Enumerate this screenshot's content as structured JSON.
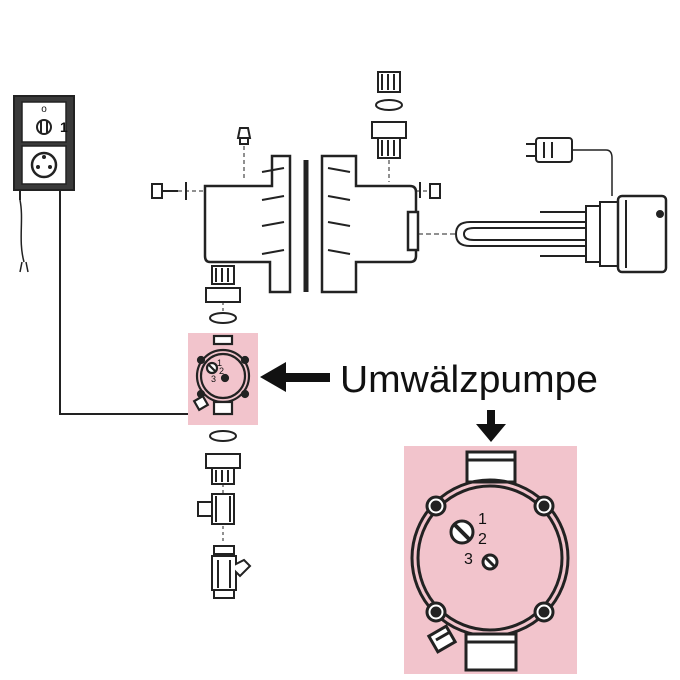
{
  "diagram": {
    "callout_label": "Umwälzpumpe",
    "highlight_color": "#f2c4cc",
    "line_color": "#222222",
    "speed_labels": [
      "1",
      "2",
      "3"
    ],
    "control_box": {
      "indicator_text": "o",
      "switch_text": "1"
    }
  }
}
